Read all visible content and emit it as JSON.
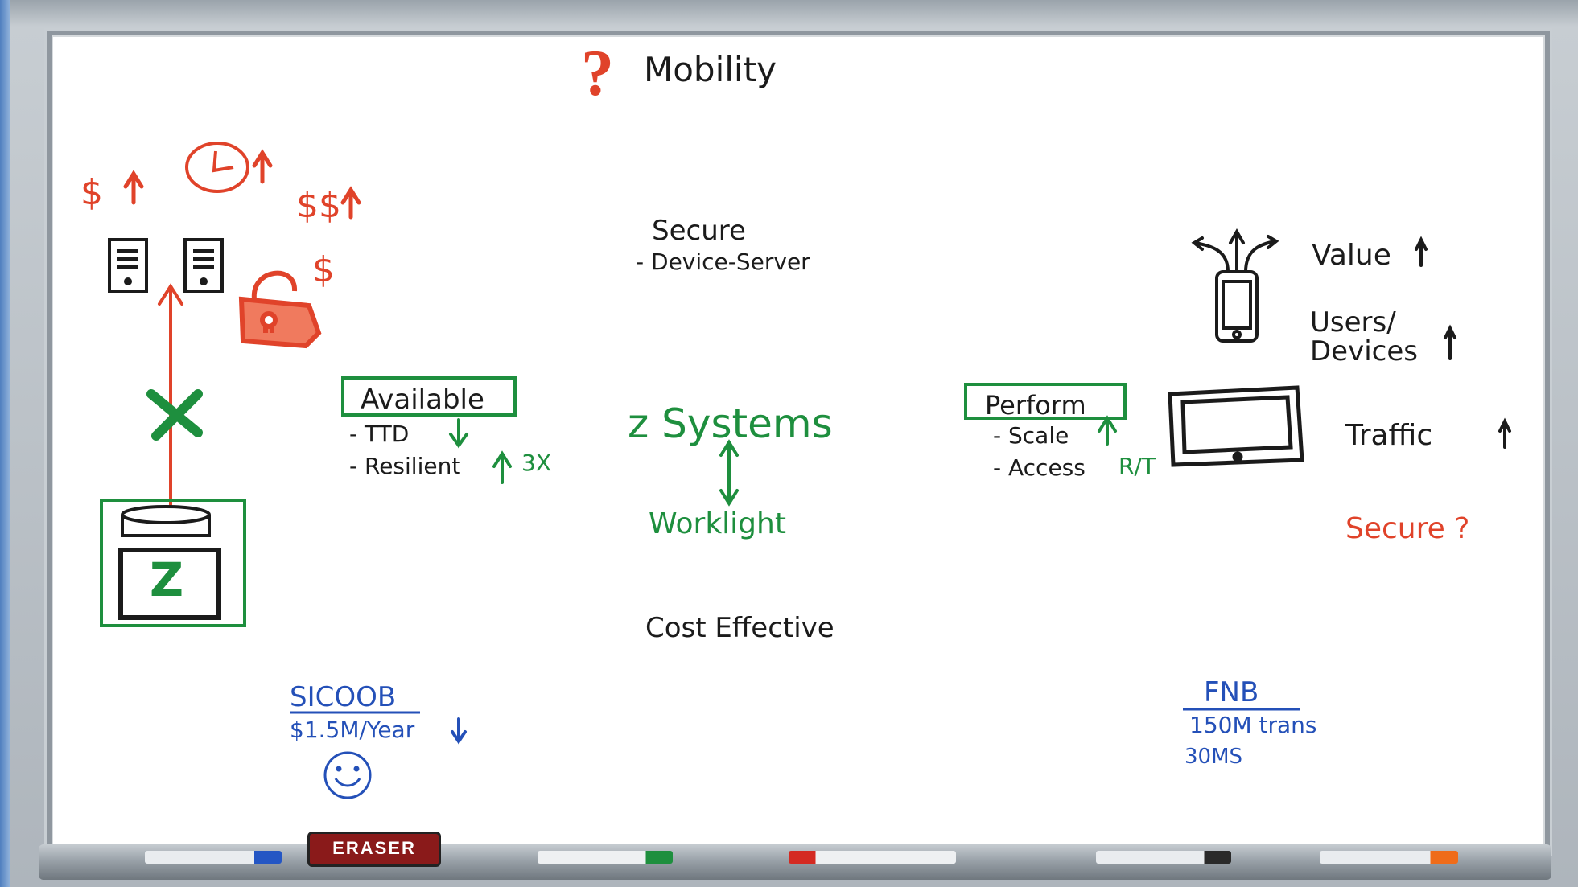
{
  "title": {
    "mark": "?",
    "text": "Mobility"
  },
  "left_sketch": {
    "dollar_up": "$",
    "dollars_up": "$$",
    "lock_dollar": "$",
    "x_mark": "X",
    "mainframe_label": "Z"
  },
  "available": {
    "heading": "Available",
    "item1": "- TTD",
    "item2": "- Resilient",
    "item2_note": "3X"
  },
  "center": {
    "secure": "Secure",
    "secure_item": "- Device-Server",
    "systems": "z Systems",
    "worklight": "Worklight",
    "cost": "Cost Effective"
  },
  "perform": {
    "heading": "Perform",
    "item1": "- Scale",
    "item2": "- Access",
    "item2_note": "R/T"
  },
  "right_notes": {
    "value": "Value",
    "users": "Users/",
    "devices": "Devices",
    "traffic": "Traffic",
    "secure_q": "Secure ?"
  },
  "sicoob": {
    "name": "SICOOB",
    "savings": "$1.5M/Year"
  },
  "fnb": {
    "name": "FNB",
    "line1": "150M trans",
    "line2": "30MS"
  },
  "tray": {
    "eraser_label": "ERASER"
  },
  "colors": {
    "black_ink": "#1b1b1b",
    "red_ink": "#e0432a",
    "green_ink": "#1e8f3e",
    "blue_ink": "#2450b8"
  }
}
